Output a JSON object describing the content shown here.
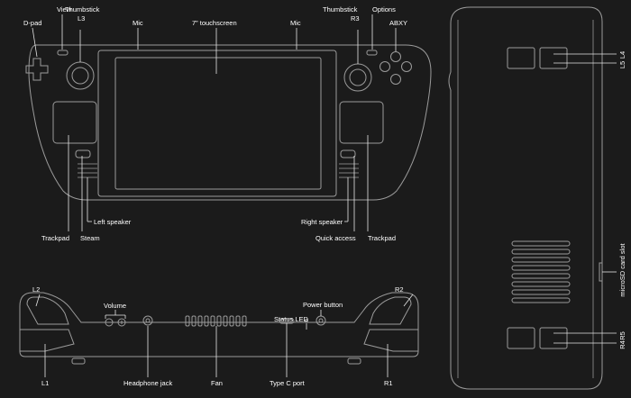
{
  "front_view": {
    "dpad": "D-pad",
    "view": "View",
    "thumbstick_l3": [
      "Thumbstick",
      "L3"
    ],
    "mic_left": "Mic",
    "touchscreen": "7” touchscreen",
    "mic_right": "Mic",
    "thumbstick_r3": [
      "Thumbstick",
      "R3"
    ],
    "options": "Options",
    "abxy": "ABXY",
    "left_speaker": "Left speaker",
    "right_speaker": "Right speaker",
    "trackpad_left": "Trackpad",
    "steam": "Steam",
    "quick_access": "Quick access",
    "trackpad_right": "Trackpad"
  },
  "top_view": {
    "l2": "L2",
    "r2": "R2",
    "volume": "Volume",
    "status_led": "Status LED",
    "power_button": "Power button",
    "l1": "L1",
    "headphone_jack": "Headphone jack",
    "fan": "Fan",
    "type_c_port": "Type C port",
    "r1": "R1"
  },
  "back_view": {
    "l4": "L4",
    "l5": "L5",
    "microsd_slot": "microSD card slot",
    "r5": "R5",
    "r4": "R4"
  }
}
